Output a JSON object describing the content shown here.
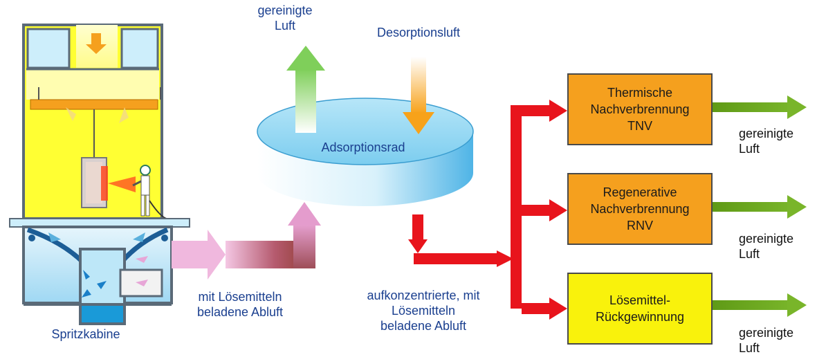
{
  "labels": {
    "top_out_line1": "gereinigte",
    "top_out_line2": "Luft",
    "desorption": "Desorptionsluft",
    "wheel": "Adsorptionsrad",
    "inflow_line1": "mit Lösemitteln",
    "inflow_line2": "beladene Abluft",
    "conc_line1": "aufkonzentrierte, mit",
    "conc_line2": "Lösemitteln",
    "conc_line3": "beladene Abluft",
    "booth": "Spritzkabine"
  },
  "boxes": [
    {
      "text": "Thermische\nNachverbrennung\nTNV"
    },
    {
      "text": "Regenerative\nNachverbrennung\nRNV"
    },
    {
      "text": "Lösemittel-\nRückgewinnung"
    }
  ],
  "outputs": [
    {
      "line1": "gereinigte",
      "line2": "Luft"
    },
    {
      "line1": "gereinigte",
      "line2": "Luft"
    },
    {
      "line1": "gereinigte",
      "line2": "Luft"
    }
  ],
  "colors": {
    "orange_box": "#f5a01e",
    "yellow_box": "#f9f20c",
    "red_arrow": "#e8141c",
    "green_arrow": "#6aa51e",
    "wheel_blue": "#8fd6f3",
    "booth_yellow": "#ffff33",
    "label_blue": "#1a3f8f"
  }
}
